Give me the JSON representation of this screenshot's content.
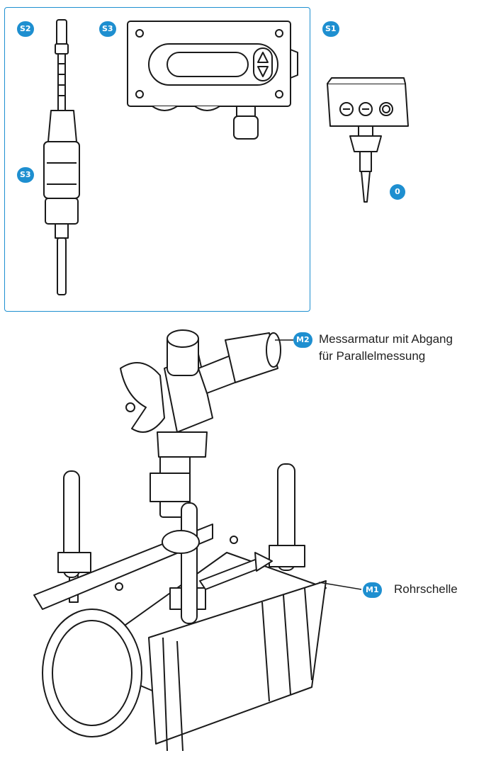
{
  "badges": {
    "s2": "S2",
    "s3_top": "S3",
    "s1": "S1",
    "s3_left": "S3",
    "zero": "0",
    "m2": "M2",
    "m1": "M1"
  },
  "labels": {
    "m2_line1": "Messarmatur mit Abgang",
    "m2_line2": "für Parallelmessung",
    "m1": "Rohrschelle"
  },
  "colors": {
    "accent": "#1e8fd0",
    "line": "#1a1a1a"
  }
}
